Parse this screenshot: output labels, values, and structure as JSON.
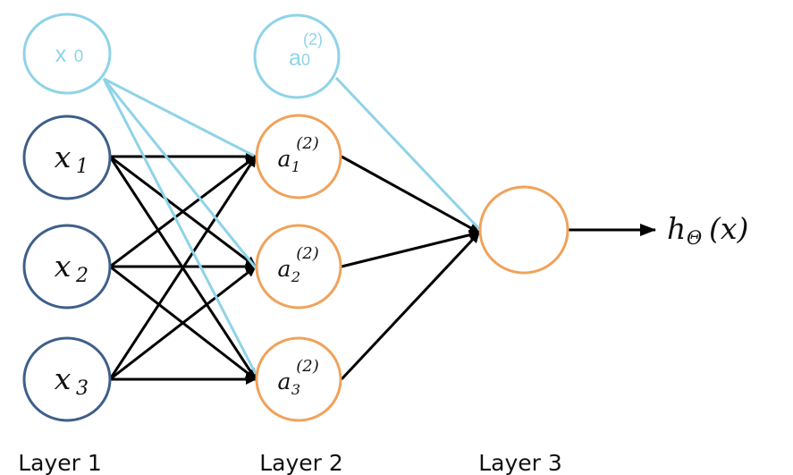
{
  "colors": {
    "input_node": "#3f5f8a",
    "hidden_node": "#f0a25a",
    "bias_node": "#8fd3e8",
    "bias_edge": "#8fd3e8",
    "edge": "#000000",
    "text": "#111111"
  },
  "bias_nodes": [
    {
      "id": "x0",
      "label": "x",
      "subscript": "0",
      "superscript": ""
    },
    {
      "id": "a0",
      "label": "a",
      "subscript": "0",
      "superscript": "(2)"
    }
  ],
  "input_nodes": [
    {
      "id": "x1",
      "label": "x",
      "subscript": "1"
    },
    {
      "id": "x2",
      "label": "x",
      "subscript": "2"
    },
    {
      "id": "x3",
      "label": "x",
      "subscript": "3"
    }
  ],
  "hidden_nodes": [
    {
      "id": "a1",
      "label": "a",
      "subscript": "1",
      "superscript": "(2)"
    },
    {
      "id": "a2",
      "label": "a",
      "subscript": "2",
      "superscript": "(2)"
    },
    {
      "id": "a3",
      "label": "a",
      "subscript": "3",
      "superscript": "(2)"
    }
  ],
  "output_node": {
    "id": "out",
    "label": ""
  },
  "output": {
    "label": "h",
    "subscript": "Θ",
    "argument": "(x)"
  },
  "layer_labels": [
    "Layer 1",
    "Layer 2",
    "Layer 3"
  ]
}
